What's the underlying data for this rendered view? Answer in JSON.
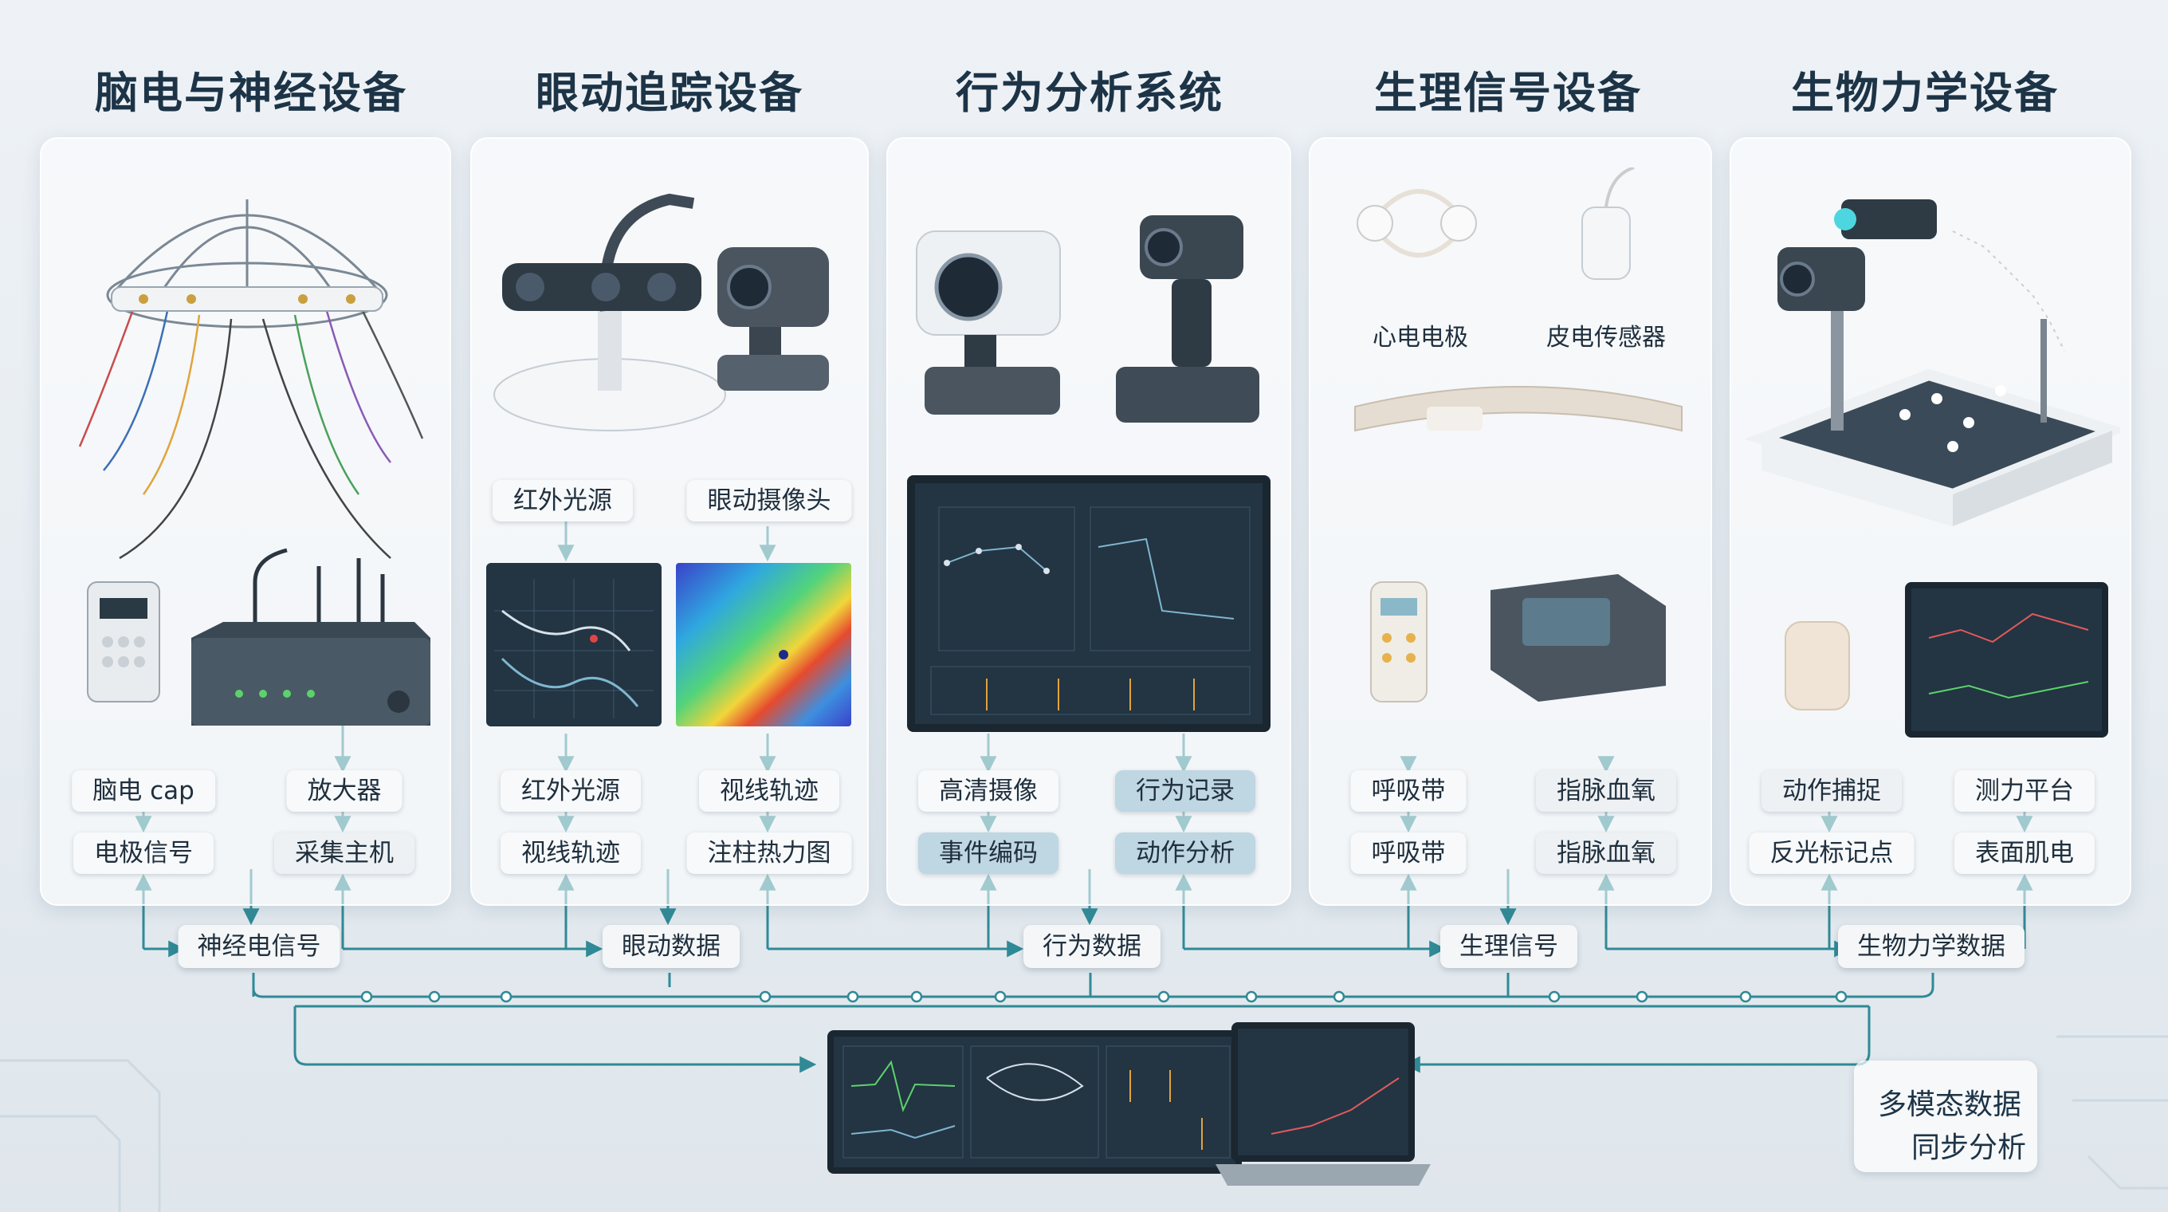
{
  "sections": [
    {
      "title": "脑电与神经设备",
      "pills": [
        "脑电 cap",
        "放大器",
        "电极信号",
        "采集主机"
      ],
      "hub": "神经电信号"
    },
    {
      "title": "眼动追踪设备",
      "pills": [
        "红外光源",
        "眼动摄像头",
        "红外光源",
        "视线轨迹",
        "视线轨迹",
        "注柱热力图"
      ],
      "hub": "眼动数据"
    },
    {
      "title": "行为分析系统",
      "pills": [
        "高清摄像",
        "行为记录",
        "事件编码",
        "动作分析"
      ],
      "hub": "行为数据"
    },
    {
      "title": "生理信号设备",
      "labels": [
        "心电电极",
        "皮电传感器"
      ],
      "pills": [
        "呼吸带",
        "指脉血氧",
        "呼吸带",
        "指脉血氧"
      ],
      "hub": "生理信号"
    },
    {
      "title": "生物力学设备",
      "pills": [
        "动作捕捉",
        "测力平台",
        "反光标记点",
        "表面肌电"
      ],
      "hub": "生物力学数据"
    }
  ],
  "summary": {
    "line1": "多模态数据",
    "line2": "同步分析"
  },
  "colors": {
    "title": "#1d3447",
    "wire": "#2f8a96",
    "pill_blue": "#bfd6e3",
    "screen": "#233443"
  }
}
